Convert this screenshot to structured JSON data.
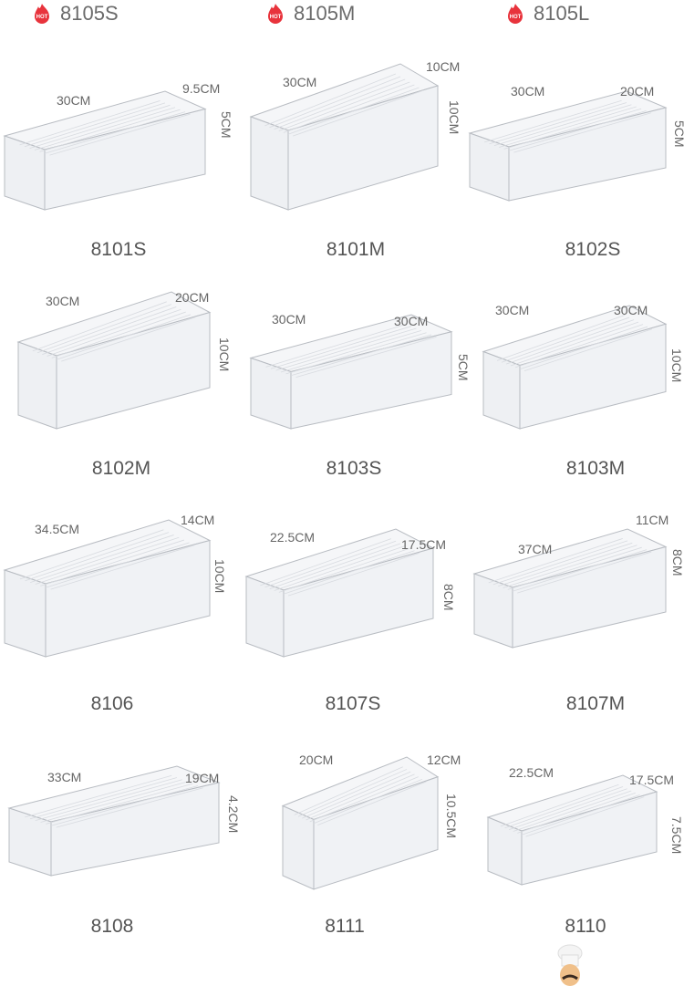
{
  "hot_badge": "HOT",
  "hot_items": [
    "8105S",
    "8105M",
    "8105L"
  ],
  "products": [
    {
      "model": "8101S",
      "length": "30CM",
      "width": "9.5CM",
      "height": "5CM"
    },
    {
      "model": "8101M",
      "length": "30CM",
      "width": "10CM",
      "height": "10CM"
    },
    {
      "model": "8102S",
      "length": "30CM",
      "width": "20CM",
      "height": "5CM"
    },
    {
      "model": "8102M",
      "length": "30CM",
      "width": "20CM",
      "height": "10CM"
    },
    {
      "model": "8103S",
      "length": "30CM",
      "width": "30CM",
      "height": "5CM"
    },
    {
      "model": "8103M",
      "length": "30CM",
      "width": "30CM",
      "height": "10CM"
    },
    {
      "model": "8106",
      "length": "34.5CM",
      "width": "14CM",
      "height": "10CM"
    },
    {
      "model": "8107S",
      "length": "22.5CM",
      "width": "17.5CM",
      "height": "8CM"
    },
    {
      "model": "8107M",
      "length": "37CM",
      "width": "11CM",
      "height": "8CM"
    },
    {
      "model": "8108",
      "length": "33CM",
      "width": "19CM",
      "height": "4.2CM"
    },
    {
      "model": "8111",
      "length": "20CM",
      "width": "12CM",
      "height": "10.5CM"
    },
    {
      "model": "8110",
      "length": "22.5CM",
      "width": "17.5CM",
      "height": "7.5CM"
    }
  ],
  "colors": {
    "hot": "#e8333c",
    "text": "#555555",
    "box_stroke": "#b8bcc2"
  }
}
